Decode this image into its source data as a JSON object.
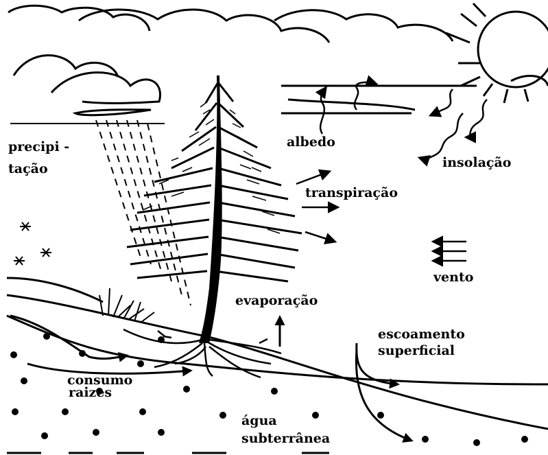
{
  "diagram": {
    "labels": {
      "precipitation_line1": "precipi -",
      "precipitation_line2": "tação",
      "albedo": "albedo",
      "insolation": "insolação",
      "transpiration": "transpiração",
      "wind": "vento",
      "evaporation": "evaporação",
      "runoff_line1": "escoamento",
      "runoff_line2": "superficial",
      "consumption_line1": "consumo",
      "consumption_line2": "raizes",
      "groundwater_line1": "água",
      "groundwater_line2": "subterrânea"
    }
  }
}
